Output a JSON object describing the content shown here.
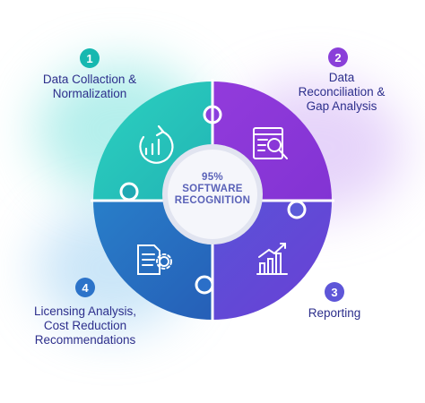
{
  "center": {
    "line1": "95%",
    "line2": "SOFTWARE",
    "line3": "RECOGNITION"
  },
  "steps": [
    {
      "number": "1",
      "label_lines": [
        "Data Collaction &",
        "Normalization"
      ],
      "icon": "cycle-chart-icon",
      "color": "#16b8b0"
    },
    {
      "number": "2",
      "label_lines": [
        "Data",
        "Reconciliation &",
        "Gap Analysis"
      ],
      "icon": "magnifier-document-icon",
      "color": "#8a3fd9"
    },
    {
      "number": "3",
      "label_lines": [
        "Reporting"
      ],
      "icon": "bar-chart-icon",
      "color": "#5e56d8"
    },
    {
      "number": "4",
      "label_lines": [
        "Licensing Analysis,",
        "Cost Reduction",
        "Recommendations"
      ],
      "icon": "document-gear-icon",
      "color": "#2c73c9"
    }
  ],
  "colors": {
    "label_text": "#2d2f8c",
    "center_text": "#5a62b8"
  }
}
